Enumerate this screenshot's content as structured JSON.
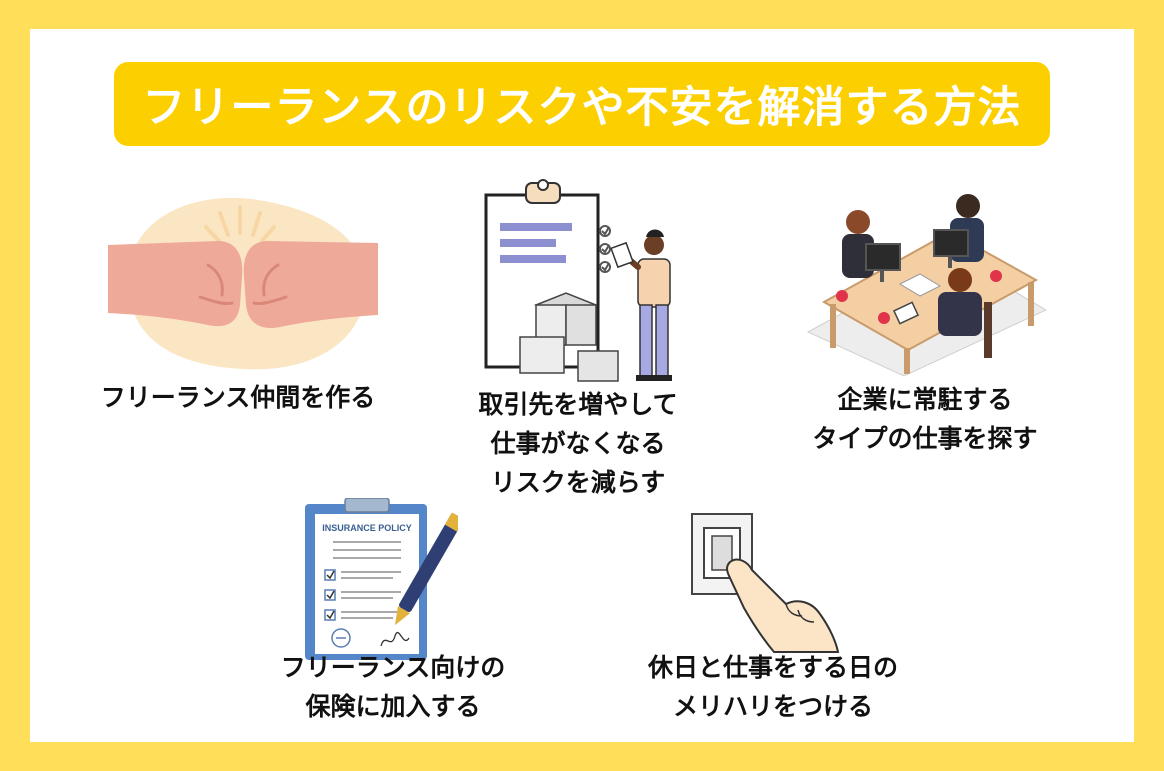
{
  "title": "フリーランスのリスクや不安を解消する方法",
  "items": [
    {
      "lines": [
        "フリーランス仲間を作る"
      ],
      "icon": "fist-bump-icon"
    },
    {
      "lines": [
        "取引先を増やして",
        "仕事がなくなる",
        "リスクを減らす"
      ],
      "icon": "clipboard-worker-icon"
    },
    {
      "lines": [
        "企業に常駐する",
        "タイプの仕事を探す"
      ],
      "icon": "office-meeting-icon"
    },
    {
      "lines": [
        "フリーランス向けの",
        "保険に加入する"
      ],
      "icon": "insurance-policy-icon"
    },
    {
      "lines": [
        "休日と仕事をする日の",
        "メリハリをつける"
      ],
      "icon": "light-switch-icon"
    }
  ],
  "insurance_doc_heading": "INSURANCE POLICY",
  "colors": {
    "background": "#FFDF5A",
    "panel": "#FFFFFF",
    "title_bar": "#FCD000",
    "title_text": "#FFFFFF",
    "caption_text": "#111111"
  }
}
